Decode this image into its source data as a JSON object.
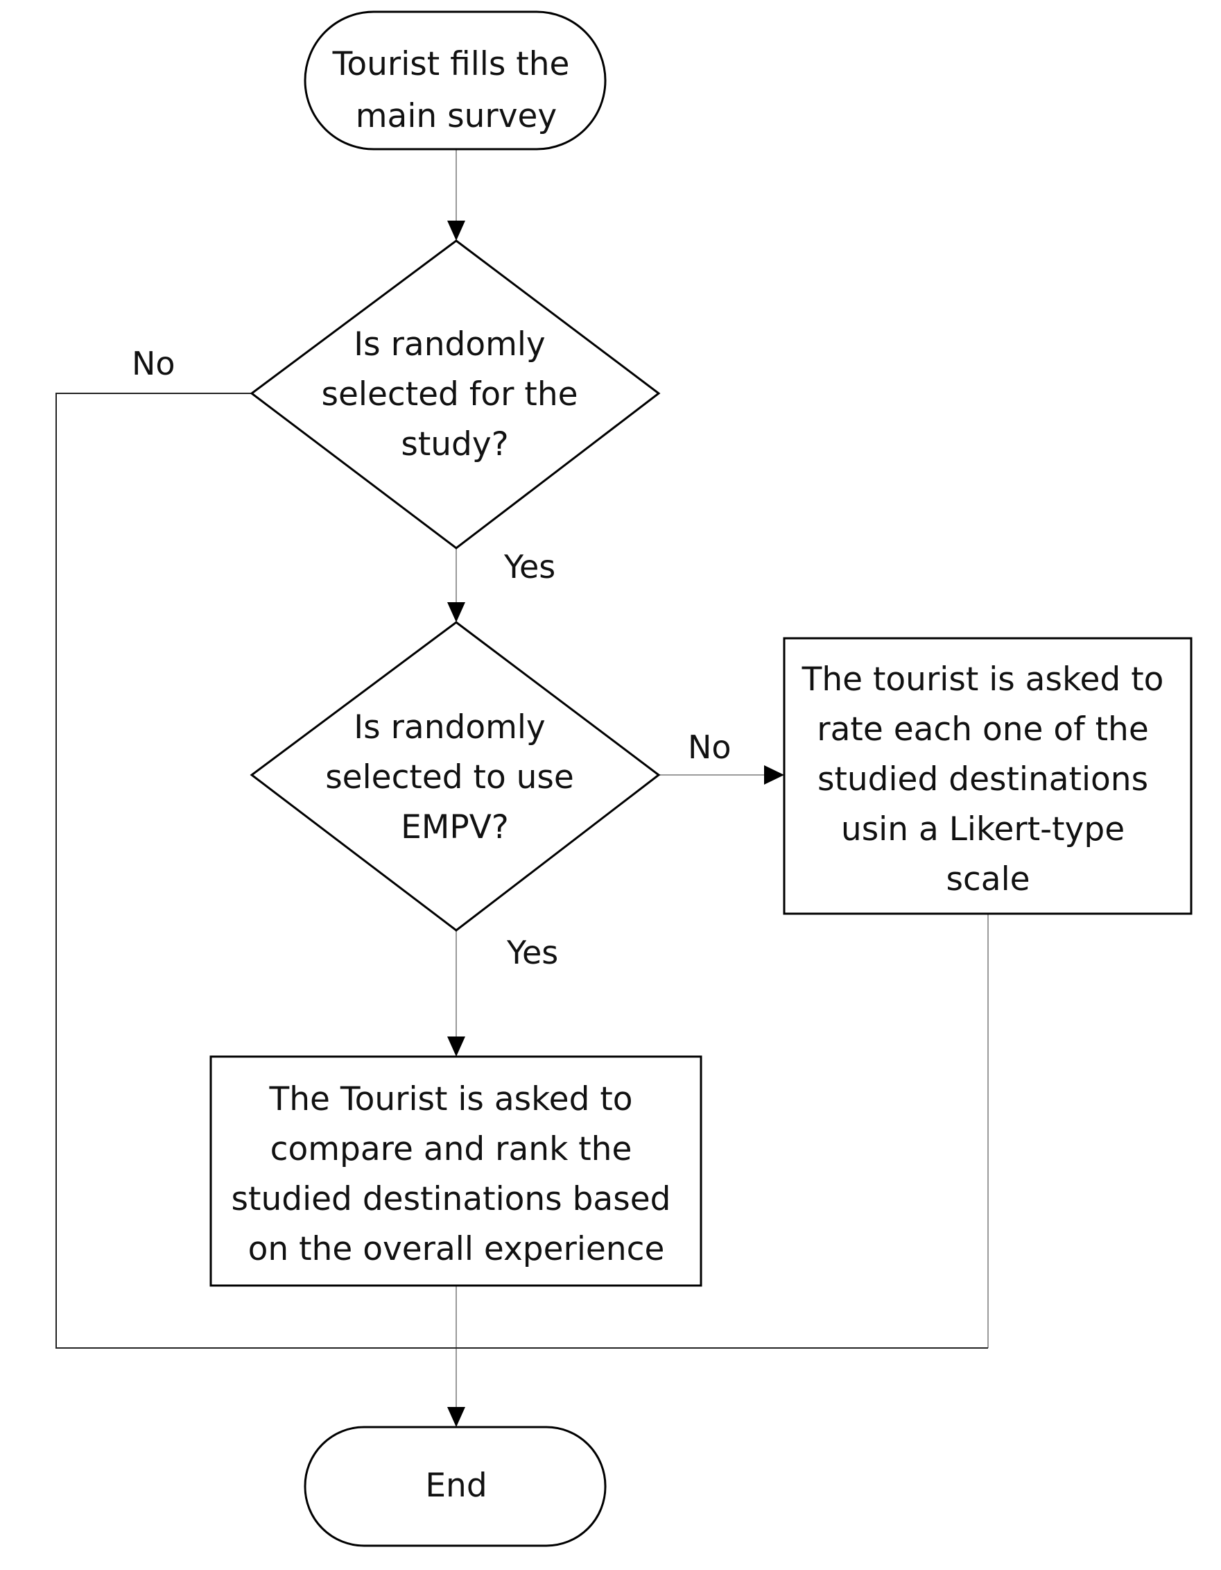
{
  "nodes": {
    "start": {
      "lines": [
        "Tourist fills the",
        "main survey"
      ]
    },
    "decision_study": {
      "lines": [
        "Is randomly",
        "selected for the",
        "study?"
      ]
    },
    "decision_empv": {
      "lines": [
        "Is randomly",
        "selected to use",
        "EMPV?"
      ]
    },
    "likert": {
      "lines": [
        "The tourist is asked to",
        "rate each one of the",
        "studied destinations",
        "usin a Likert-type",
        "scale"
      ]
    },
    "rank": {
      "lines": [
        "The Tourist is asked to",
        "compare and rank the",
        "studied destinations based",
        "on the overall experience"
      ]
    },
    "end": {
      "lines": [
        "End"
      ]
    }
  },
  "edges": {
    "study_no": "No",
    "study_yes": "Yes",
    "empv_no": "No",
    "empv_yes": "Yes"
  },
  "colors": {
    "shape_stroke": "#000000",
    "connector_light": "#9a9a9a",
    "connector_dark": "#222222"
  }
}
